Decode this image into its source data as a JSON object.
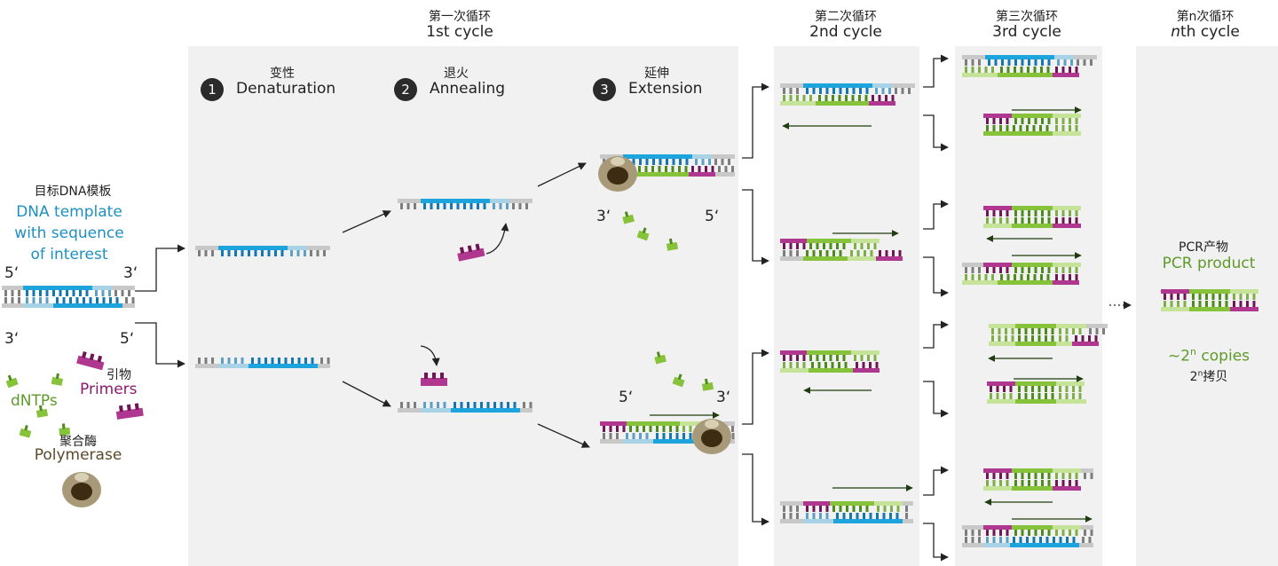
{
  "header": {
    "cycle1_zh": "第一次循环",
    "cycle1_en": "1st cycle",
    "cycle2_zh": "第二次循环",
    "cycle2_en": "2nd cycle",
    "cycle3_zh": "第三次循环",
    "cycle3_en": "3rd cycle",
    "cyclen_zh": "第n次循环",
    "cyclen_italic": "n",
    "cyclen_rest": "th cycle"
  },
  "steps": [
    {
      "num": "1",
      "zh": "变性",
      "en": "Denaturation"
    },
    {
      "num": "2",
      "zh": "退火",
      "en": "Annealing"
    },
    {
      "num": "3",
      "zh": "延伸",
      "en": "Extension"
    }
  ],
  "legend": {
    "template_zh": "目标DNA模板",
    "template_en_1": "DNA template",
    "template_en_2": "with sequence",
    "template_en_3": "of interest",
    "primers_zh": "引物",
    "primers_en": "Primers",
    "dntps": "dNTPs",
    "polymerase_zh": "聚合酶",
    "polymerase_en": "Polymerase"
  },
  "ends": {
    "five": "5‘",
    "three": "3‘"
  },
  "product": {
    "zh": "PCR产物",
    "en": "PCR product",
    "copies_base": "~2",
    "copies_exp": "n",
    "copies_word": " copies",
    "copies_zh_base": "2",
    "copies_zh_exp": "n",
    "copies_zh_word": "拷贝"
  },
  "colors": {
    "template_blue": "#1ea4dc",
    "light_blue": "#a8d2e6",
    "gray": "#c8c8c8",
    "primer_magenta": "#b0378f",
    "new_green": "#86c23a",
    "light_green": "#c6e39a",
    "polymerase": "#a89a78",
    "panel": "#f1f1f1"
  }
}
